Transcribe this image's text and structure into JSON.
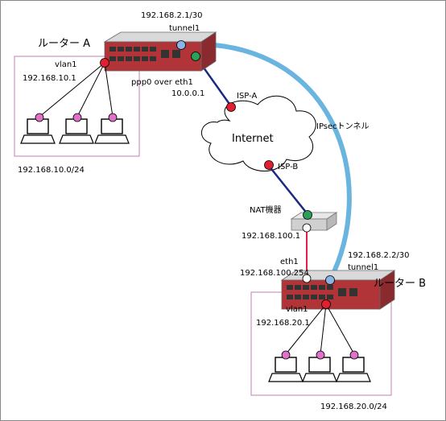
{
  "router_a": {
    "name": "ルーター A",
    "tunnel_ip": "192.168.2.1/30",
    "tunnel_if": "tunnel1",
    "wan_if": "ppp0 over eth1",
    "wan_ip": "10.0.0.1",
    "lan_if": "vlan1",
    "lan_ip": "192.168.10.1",
    "lan_net": "192.168.10.0/24"
  },
  "router_b": {
    "name": "ルーター B",
    "tunnel_ip": "192.168.2.2/30",
    "tunnel_if": "tunnel1",
    "wan_if": "eth1",
    "wan_ip": "192.168.100.254",
    "lan_if": "vlan1",
    "lan_ip": "192.168.20.1",
    "lan_net": "192.168.20.0/24"
  },
  "internet": {
    "label": "Internet",
    "isp_a": "ISP-A",
    "isp_b": "ISP-B"
  },
  "nat": {
    "label": "NAT機器",
    "ip": "192.168.100.1"
  },
  "ipsec": {
    "label": "IPsecトンネル"
  },
  "colors": {
    "tunnel": "#6ab4e0",
    "ppp_link": "#1a2a80",
    "lan_link": "#e02040",
    "router_body": "#b03438",
    "port_green": "#2aa05a",
    "port_red": "#e02030",
    "port_blue": "#8ab4e8",
    "host_pink": "#e070c8",
    "box_border": "#c080b0"
  }
}
